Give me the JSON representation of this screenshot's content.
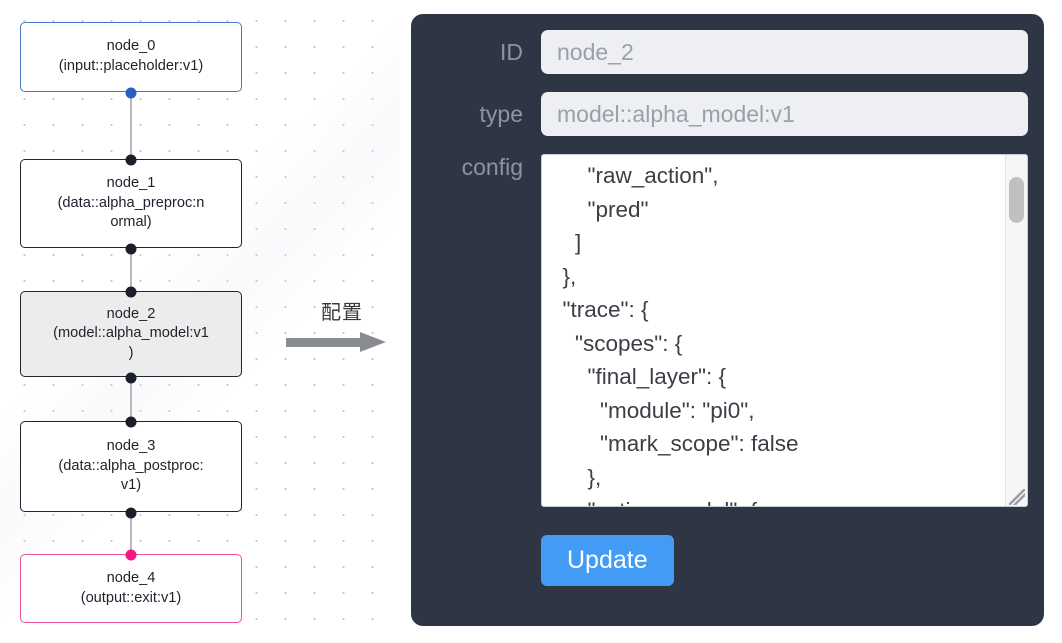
{
  "graph": {
    "nodes": [
      {
        "id": "node_0",
        "lines": [
          "node_0",
          "(input::placeholder:v1)"
        ],
        "state": "selected-blue",
        "handle_color": "#2a5fc4"
      },
      {
        "id": "node_1",
        "lines": [
          "node_1",
          "(data::alpha_preproc:n",
          "ormal)"
        ],
        "state": "default",
        "handle_color": "#1b1f29"
      },
      {
        "id": "node_2",
        "lines": [
          "node_2",
          "(model::alpha_model:v1",
          ")"
        ],
        "state": "active",
        "handle_color": "#1b1f29"
      },
      {
        "id": "node_3",
        "lines": [
          "node_3",
          "(data::alpha_postproc:",
          "v1)"
        ],
        "state": "default",
        "handle_color": "#1b1f29"
      },
      {
        "id": "node_4",
        "lines": [
          "node_4",
          "(output::exit:v1)"
        ],
        "state": "selected-pink",
        "handle_color": "#f2187f"
      }
    ],
    "edges": [
      {
        "from": "node_0",
        "to": "node_1"
      },
      {
        "from": "node_1",
        "to": "node_2"
      },
      {
        "from": "node_2",
        "to": "node_3"
      },
      {
        "from": "node_3",
        "to": "node_4"
      }
    ],
    "edge_color": "#b9b9bd",
    "dot_grid_color": "#c9c9d4"
  },
  "transition": {
    "label": "配置",
    "arrow_color": "#888b8f"
  },
  "panel": {
    "background": "#2e3645",
    "fields": [
      {
        "label": "ID",
        "value": "node_2"
      },
      {
        "label": "type",
        "value": "model::alpha_model:v1"
      }
    ],
    "config": {
      "label": "config",
      "value": "      \"raw_action\",\n      \"pred\"\n    ]\n  },\n  \"trace\": {\n    \"scopes\": {\n      \"final_layer\": {\n        \"module\": \"pi0\",\n        \"mark_scope\": false\n      },\n      \"action_model\": {"
    },
    "update_button": {
      "label": "Update",
      "color": "#429bf4"
    }
  }
}
